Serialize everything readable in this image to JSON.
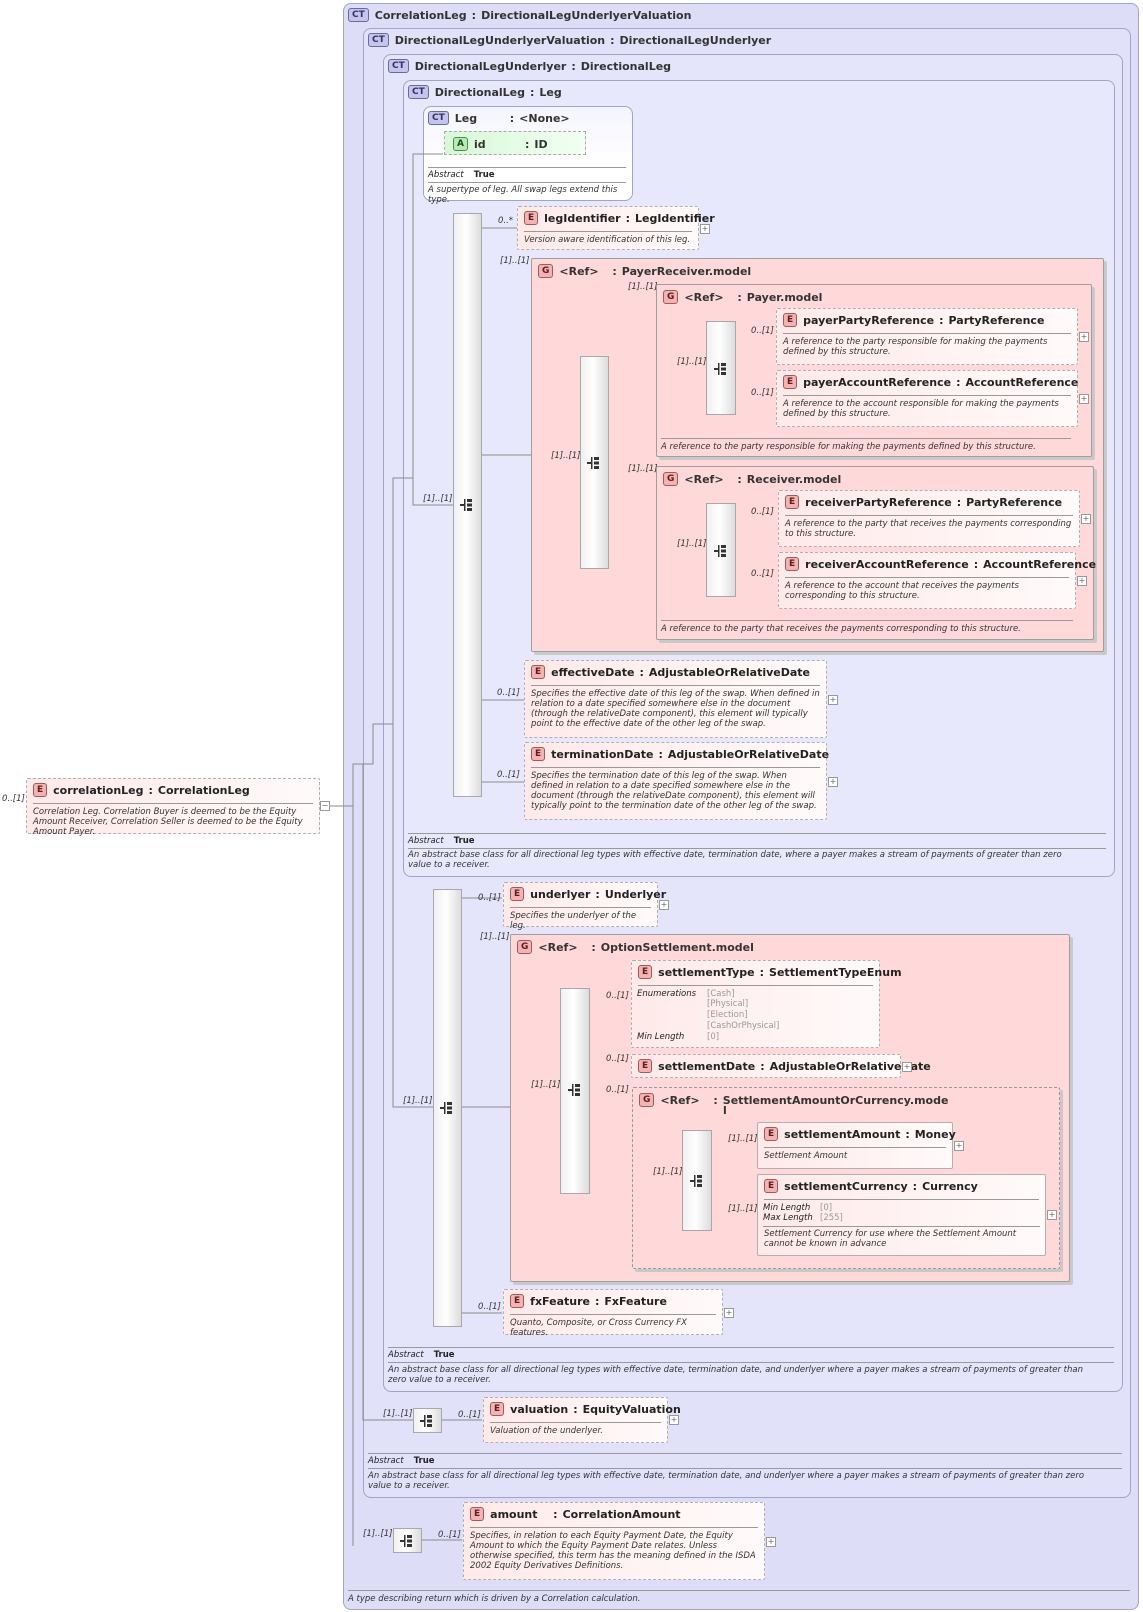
{
  "ct_correlation_leg": {
    "badge": "CT",
    "name": "CorrelationLeg",
    "type": "DirectionalLegUnderlyerValuation",
    "doc": "A type describing return which is driven by a Correlation calculation."
  },
  "ct_dlu_valuation": {
    "badge": "CT",
    "name": "DirectionalLegUnderlyerValuation",
    "type": "DirectionalLegUnderlyer",
    "abstract_key": "Abstract",
    "abstract_val": "True",
    "doc": "An abstract base class for all directional leg types with effective date, termination date, and underlyer where a payer makes a stream of payments of greater than zero value to a receiver."
  },
  "ct_dl_underlyer": {
    "badge": "CT",
    "name": "DirectionalLegUnderlyer",
    "type": "DirectionalLeg",
    "abstract_key": "Abstract",
    "abstract_val": "True",
    "doc": "An abstract base class for all directional leg types with effective date, termination date, and underlyer where a payer makes a stream of payments of greater than zero value to a receiver."
  },
  "ct_directional_leg": {
    "badge": "CT",
    "name": "DirectionalLeg",
    "type": "Leg",
    "abstract_key": "Abstract",
    "abstract_val": "True",
    "doc": "An abstract base class for all directional leg types with effective date, termination date, where a payer makes a stream of payments of greater than zero value to a receiver."
  },
  "ct_leg": {
    "badge": "CT",
    "name": "Leg",
    "type": "<None>",
    "abstract_key": "Abstract",
    "abstract_val": "True",
    "doc": "A supertype of leg. All swap legs extend this type.",
    "attr": {
      "badge": "A",
      "name": "id",
      "type": "ID"
    }
  },
  "root": {
    "badge": "E",
    "name": "correlationLeg",
    "type": "CorrelationLeg",
    "card": "0..[1]",
    "doc": "Correlation Leg. Correlation Buyer is deemed to be the Equity Amount Receiver, Correlation Seller is deemed to be the Equity Amount Payer."
  },
  "leg_identifier": {
    "badge": "E",
    "name": "legIdentifier",
    "type": "LegIdentifier",
    "card": "0..*",
    "doc": "Version aware identification of this leg."
  },
  "payer_receiver": {
    "badge": "G",
    "name": "<Ref>",
    "type": "PayerReceiver.model",
    "card": "[1]..[1]"
  },
  "payer_model": {
    "badge": "G",
    "name": "<Ref>",
    "type": "Payer.model",
    "card": "[1]..[1]",
    "doc": "A reference to the party responsible for making the payments defined by this structure."
  },
  "payer_party_ref": {
    "badge": "E",
    "name": "payerPartyReference",
    "type": "PartyReference",
    "card": "0..[1]",
    "doc": "A reference to the party responsible for making the payments defined by this structure."
  },
  "payer_account_ref": {
    "badge": "E",
    "name": "payerAccountReference",
    "type": "AccountReference",
    "card": "0..[1]",
    "doc": "A reference to the account responsible for making the payments defined by this structure."
  },
  "receiver_model": {
    "badge": "G",
    "name": "<Ref>",
    "type": "Receiver.model",
    "card": "[1]..[1]",
    "doc": "A reference to the party that receives the payments corresponding to this structure."
  },
  "receiver_party_ref": {
    "badge": "E",
    "name": "receiverPartyReference",
    "type": "PartyReference",
    "card": "0..[1]",
    "doc": "A reference to the party that receives the payments corresponding to this structure."
  },
  "receiver_account_ref": {
    "badge": "E",
    "name": "receiverAccountReference",
    "type": "AccountReference",
    "card": "0..[1]",
    "doc": "A reference to the account that receives the payments corresponding to this structure."
  },
  "effective_date": {
    "badge": "E",
    "name": "effectiveDate",
    "type": "AdjustableOrRelativeDate",
    "card": "0..[1]",
    "doc": "Specifies the effective date of this leg of the swap. When defined in relation to a date specified somewhere else in the document (through the relativeDate component), this element will typically point to the effective date of the other leg of the swap."
  },
  "termination_date": {
    "badge": "E",
    "name": "terminationDate",
    "type": "AdjustableOrRelativeDate",
    "card": "0..[1]",
    "doc": "Specifies the termination date of this leg of the swap. When defined in relation to a date specified somewhere else in the document (through the relativeDate component), this element will typically point to the termination date of the other leg of the swap."
  },
  "underlyer": {
    "badge": "E",
    "name": "underlyer",
    "type": "Underlyer",
    "card": "0..[1]",
    "doc": "Specifies the underlyer of the leg."
  },
  "option_settlement": {
    "badge": "G",
    "name": "<Ref>",
    "type": "OptionSettlement.model",
    "card": "[1]..[1]"
  },
  "settlement_type": {
    "badge": "E",
    "name": "settlementType",
    "type": "SettlementTypeEnum",
    "card": "0..[1]",
    "enum_key": "Enumerations",
    "enums": [
      "[Cash]",
      "[Physical]",
      "[Election]",
      "[CashOrPhysical]"
    ],
    "minlen_key": "Min Length",
    "minlen_val": "[0]"
  },
  "settlement_date": {
    "badge": "E",
    "name": "settlementDate",
    "type": "AdjustableOrRelativeDate",
    "card": "0..[1]"
  },
  "settlement_amount_or_currency": {
    "badge": "G",
    "name": "<Ref>",
    "type": "SettlementAmountOrCurrency.mode",
    "type_wrap": "l",
    "card": "0..[1]"
  },
  "settlement_amount": {
    "badge": "E",
    "name": "settlementAmount",
    "type": "Money",
    "card": "[1]..[1]",
    "doc": "Settlement Amount"
  },
  "settlement_currency": {
    "badge": "E",
    "name": "settlementCurrency",
    "type": "Currency",
    "card": "[1]..[1]",
    "minlen_key": "Min Length",
    "minlen_val": "[0]",
    "maxlen_key": "Max Length",
    "maxlen_val": "[255]",
    "doc": "Settlement Currency for use where the Settlement Amount cannot be known in advance"
  },
  "fx_feature": {
    "badge": "E",
    "name": "fxFeature",
    "type": "FxFeature",
    "card": "0..[1]",
    "doc": "Quanto, Composite, or Cross Currency FX features."
  },
  "valuation": {
    "badge": "E",
    "name": "valuation",
    "type": "EquityValuation",
    "card": "0..[1]",
    "doc": "Valuation of the underlyer."
  },
  "amount": {
    "badge": "E",
    "name": "amount",
    "type": "CorrelationAmount",
    "card": "0..[1]",
    "doc": "Specifies, in relation to each Equity Payment Date, the Equity Amount to which the Equity Payment Date relates. Unless otherwise specified, this term has the meaning defined in the ISDA 2002 Equity Derivatives Definitions."
  },
  "seq_cards": {
    "main_seq": "[1]..[1]",
    "payer_receiver_seq": "[1]..[1]",
    "payer_seq": "[1]..[1]",
    "receiver_seq": "[1]..[1]",
    "underlyer_seq": "[1]..[1]",
    "option_seq": "[1]..[1]",
    "soc_seq": "[1]..[1]",
    "valuation_seq": "[1]..[1]",
    "amount_seq": "[1]..[1]"
  },
  "sep": ":",
  "expander": "+",
  "collapser": "−"
}
